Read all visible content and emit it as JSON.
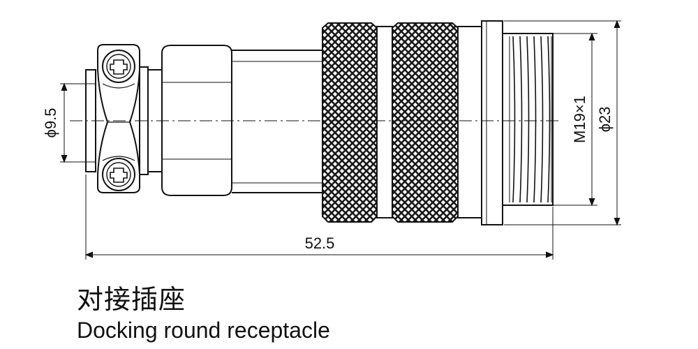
{
  "dimensions": {
    "overall_length": "52.5",
    "cable_clamp_diameter": "ϕ9.5",
    "thread_spec": "M19×1",
    "flange_diameter": "ϕ23"
  },
  "caption": {
    "chinese": "对接插座",
    "english": "Docking round receptacle"
  }
}
